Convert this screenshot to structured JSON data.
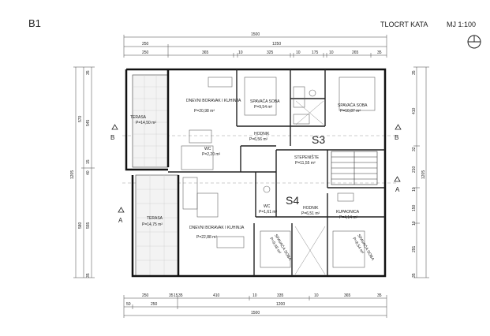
{
  "header": {
    "unit": "B1",
    "title": "TLOCRT KATA",
    "scale": "MJ 1:100"
  },
  "stairs": {
    "s3": "S3",
    "s4": "S4"
  },
  "section_marks": {
    "b_left": "B",
    "b_right": "B",
    "a_left": "A",
    "a_right": "A"
  },
  "dims": {
    "top_total": "1500",
    "top_a": "250",
    "top_b": "1250",
    "top_row": [
      "250",
      "365",
      "10",
      "325",
      "10",
      "175",
      "10",
      "265",
      "35"
    ],
    "bottom_row": [
      "250",
      "35",
      "15",
      "35",
      "410",
      "10",
      "335",
      "10",
      "365",
      "35"
    ],
    "bottom_a": "50",
    "bottom_b": "250",
    "bottom_c": "1200",
    "bottom_total": "1500",
    "left_total": "1205",
    "left_a": "570",
    "left_b": "545",
    "left_c": "40",
    "left_d": "15",
    "left_e": "580",
    "left_f": "555",
    "left_g": "35",
    "left_h": "35",
    "right_total": "1205",
    "right_a": "35",
    "right_b": "410",
    "right_c": "32",
    "right_d": "210",
    "right_e": "10",
    "right_f": "150",
    "right_g": "10",
    "right_h": "291",
    "right_i": "35"
  },
  "rooms": [
    {
      "name": "TERASA",
      "area": "P=14,50 m²"
    },
    {
      "name": "DNEVNI BORAVAK I KUHINJA",
      "area": "P=20,98 m²"
    },
    {
      "name": "SPAVAĆA SOBA",
      "area": "P=9,54 m²"
    },
    {
      "name": "SPAVAĆA SOBA",
      "area": "P=10,87 m²"
    },
    {
      "name": "HODNIK",
      "area": "P=6,56 m²"
    },
    {
      "name": "WC",
      "area": "P=2,20 m²"
    },
    {
      "name": "STEPENIŠTE",
      "area": "P=11,55 m²"
    },
    {
      "name": "TERASA",
      "area": "P=14,75 m²"
    },
    {
      "name": "DNEVNI BORAVAK I KUHINJA",
      "area": "P=22,88 m²"
    },
    {
      "name": "WC",
      "area": "P=1,61 m²"
    },
    {
      "name": "HODNIK",
      "area": "P=6,51 m²"
    },
    {
      "name": "KUPAONICA",
      "area": "P=4,14 m²"
    },
    {
      "name": "SPAVAĆA SOBA",
      "area": "P=9,48 m²"
    },
    {
      "name": "SPAVAĆA SOBA",
      "area": "P=8,54 m²"
    }
  ]
}
